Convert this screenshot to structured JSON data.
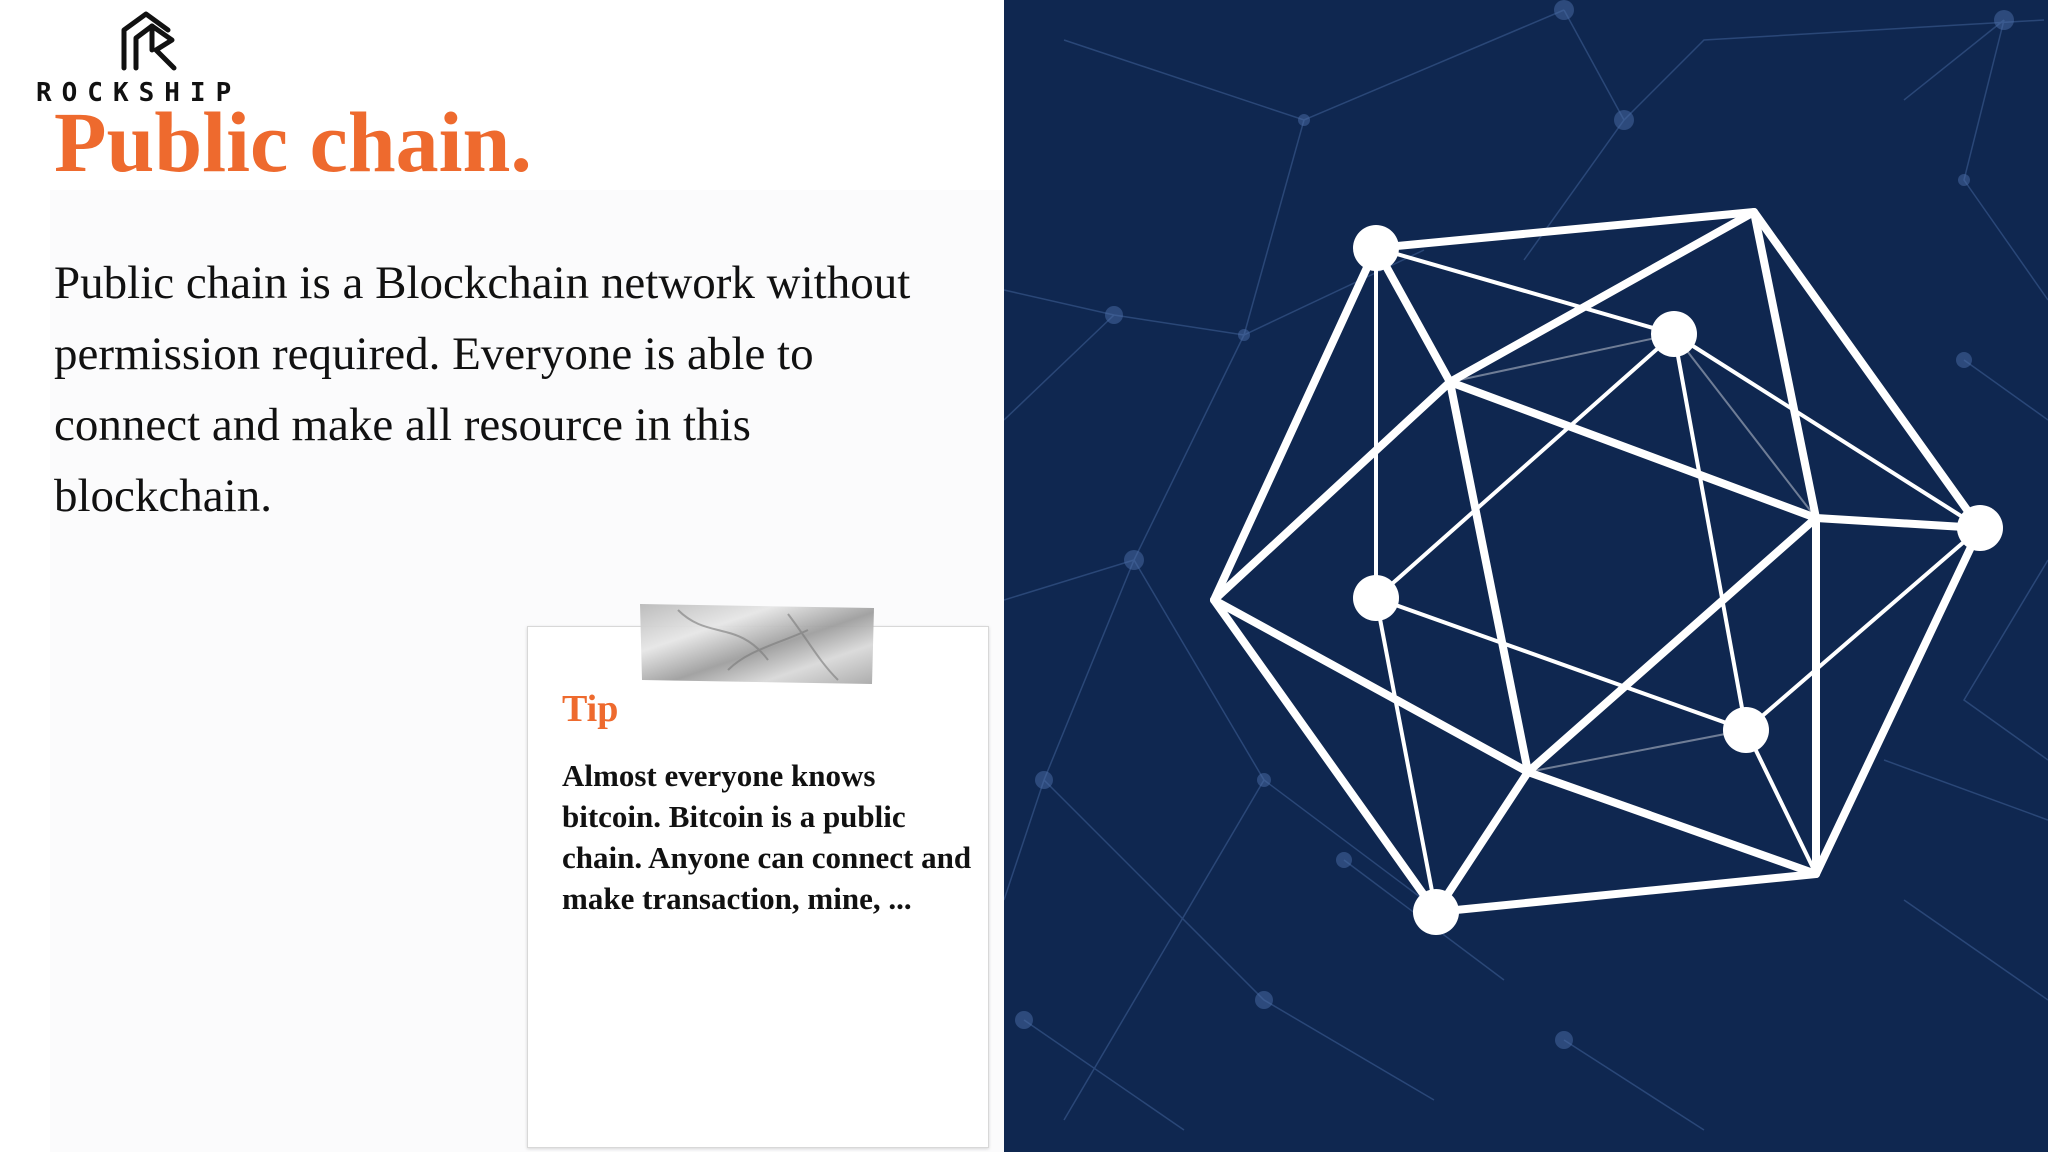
{
  "brand": {
    "name": "ROCKSHIP",
    "accent_color": "#ee6a2e",
    "network_background": "#0f2750"
  },
  "slide": {
    "title": "Public chain.",
    "body": "Public chain is a Blockchain network without permission required. Everyone is able to connect and make all resource in this blockchain."
  },
  "tip": {
    "title": "Tip",
    "body": "Almost everyone knows bitcoin. Bitcoin is a public chain. Anyone can connect and make transaction, mine, ..."
  },
  "icons": {
    "logo": "rockship-logo-icon",
    "tape": "tape-icon",
    "illustration": "blockchain-network-icon"
  }
}
